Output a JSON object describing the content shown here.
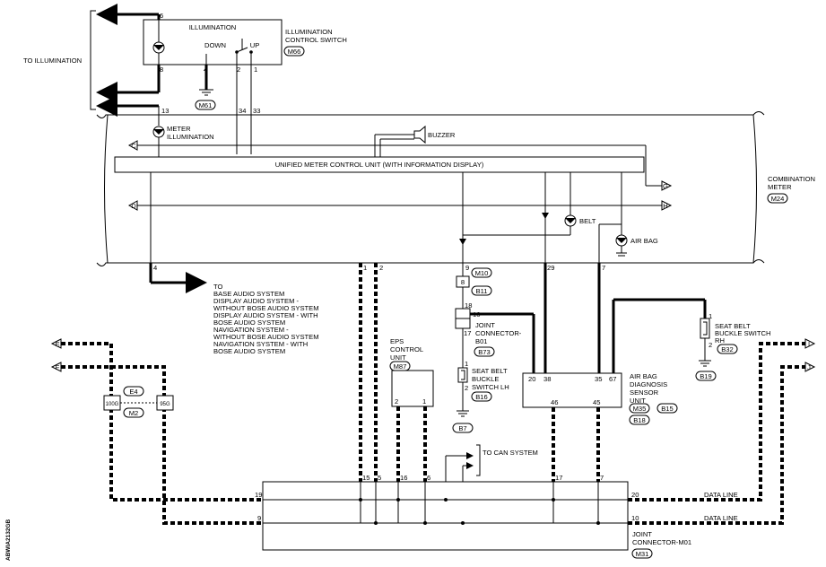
{
  "illumination_control_switch": {
    "header": "ILLUMINATION",
    "name_lines": [
      "ILLUMINATION",
      "CONTROL SWITCH"
    ],
    "connector": "M66",
    "down_label": "DOWN",
    "up_label": "UP",
    "pins": [
      "6",
      "8",
      "4",
      "2",
      "1"
    ]
  },
  "to_illumination": "TO ILLUMINATION",
  "ground_m61": "M61",
  "combination_meter": {
    "name_lines": [
      "COMBINATION",
      "METER"
    ],
    "connector": "M24",
    "unit_label": "UNIFIED METER CONTROL UNIT (WITH INFORMATION DISPLAY)",
    "meter_illumination": [
      "METER",
      "ILLUMINATION"
    ],
    "buzzer": "BUZZER",
    "belt": "BELT",
    "air_bag": "AIR BAG",
    "pins_top": [
      "13",
      "34",
      "33"
    ],
    "pins_bottom": [
      "4",
      "1",
      "2",
      "9",
      "29",
      "7"
    ]
  },
  "off_page_letters": [
    "C",
    "G",
    "D",
    "H",
    "E",
    "F",
    "I",
    "J"
  ],
  "to_audio": {
    "lines": [
      "TO",
      "BASE AUDIO SYSTEM",
      "DISPLAY AUDIO SYSTEM -",
      "WITHOUT BOSE AUDIO SYSTEM",
      "DISPLAY AUDIO SYSTEM - WITH",
      "BOSE AUDIO SYSTEM",
      "NAVIGATION SYSTEM -",
      "WITHOUT BOSE AUDIO SYSTEM",
      "NAVIGATION SYSTEM - WITH",
      "BOSE AUDIO SYSTEM"
    ]
  },
  "connectors": {
    "m10": "M10",
    "b11": "B11",
    "b73": "B73",
    "b16": "B16",
    "b7": "B7",
    "b32": "B32",
    "b19": "B19",
    "m87": "M87",
    "e4": "E4",
    "m2": "M2",
    "m35": "M35",
    "b15": "B15",
    "b18": "B18",
    "m31": "M31"
  },
  "pins_misc": {
    "p8": "8",
    "p18": "18",
    "p16": "16",
    "p17": "17",
    "p1": "1",
    "p2": "2"
  },
  "joint_connector_b01": [
    "JOINT",
    "CONNECTOR-",
    "B01"
  ],
  "seat_belt_lh": [
    "SEAT BELT",
    "BUCKLE",
    "SWITCH LH"
  ],
  "seat_belt_rh": [
    "SEAT BELT",
    "BUCKLE SWITCH",
    "RH"
  ],
  "eps_control_unit": {
    "lines": [
      "EPS",
      "CONTROL",
      "UNIT"
    ],
    "pins": [
      "2",
      "1"
    ]
  },
  "splice": {
    "left": "100G",
    "right": "95G"
  },
  "air_bag_unit": {
    "lines": [
      "AIR BAG",
      "DIAGNOSIS",
      "SENSOR",
      "UNIT"
    ],
    "pins_top": [
      "20",
      "38",
      "35",
      "67"
    ],
    "pins_bottom": [
      "46",
      "45"
    ]
  },
  "to_can_system": "TO CAN SYSTEM",
  "joint_connector_m01": {
    "lines": [
      "JOINT",
      "CONNECTOR-M01"
    ],
    "pins_top": [
      "15",
      "5",
      "16",
      "6",
      "17",
      "7"
    ],
    "pins_left": [
      "19",
      "9"
    ],
    "pins_right": [
      "20",
      "10"
    ]
  },
  "data_line": "DATA LINE",
  "figure_code": "ABWIA2132GB"
}
